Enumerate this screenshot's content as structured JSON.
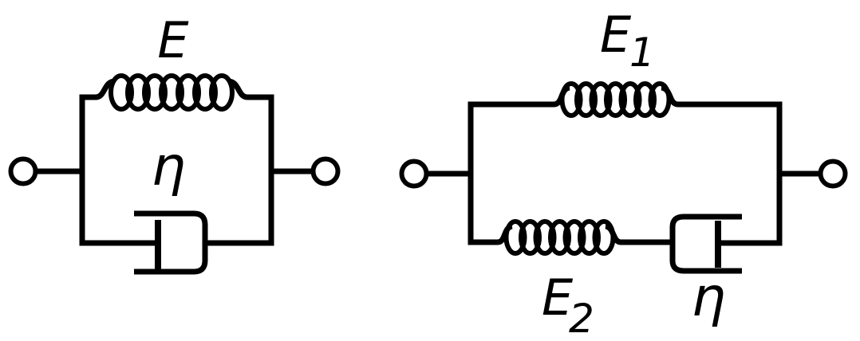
{
  "colors": {
    "ink": "#000000",
    "background": "#ffffff"
  },
  "left_model": {
    "labels": {
      "spring": "E",
      "dashpot": "η"
    }
  },
  "right_model": {
    "labels": {
      "spring_top": "E",
      "spring_top_sub": "1",
      "spring_bottom": "E",
      "spring_bottom_sub": "2",
      "dashpot": "η"
    }
  }
}
